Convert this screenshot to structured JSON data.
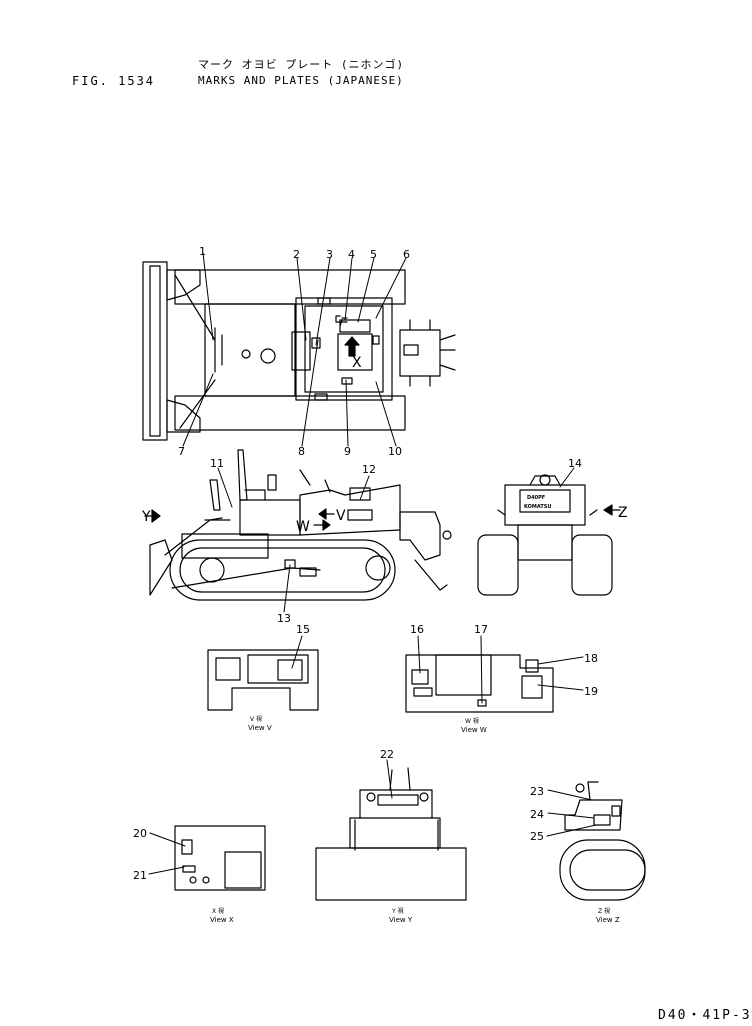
{
  "header": {
    "fig_label": "FIG. 1534",
    "title_jp": "マーク オヨビ プレート (ニホンゴ)",
    "title_en": "MARKS AND PLATES (JAPANESE)"
  },
  "footer": {
    "drawing_code": "D40・41P-3"
  },
  "callouts": [
    "1",
    "2",
    "3",
    "4",
    "5",
    "6",
    "7",
    "8",
    "9",
    "10",
    "11",
    "12",
    "13",
    "14",
    "15",
    "16",
    "17",
    "18",
    "19",
    "20",
    "21",
    "22",
    "23",
    "24",
    "25"
  ],
  "view_arrows": [
    "Y",
    "Z",
    "W",
    "V",
    "X"
  ],
  "views": [
    {
      "jp": "V 視",
      "en": "View V"
    },
    {
      "jp": "W 視",
      "en": "View W"
    },
    {
      "jp": "X 視",
      "en": "View X"
    },
    {
      "jp": "Y 視",
      "en": "View Y"
    },
    {
      "jp": "Z 視",
      "en": "View Z"
    }
  ],
  "plate_texts": {
    "model": "D40PF",
    "brand": "KOMATSU"
  },
  "icons": [
    "arrow-right-icon",
    "arrow-left-icon",
    "arrow-up-icon",
    "leader-line-icon"
  ]
}
